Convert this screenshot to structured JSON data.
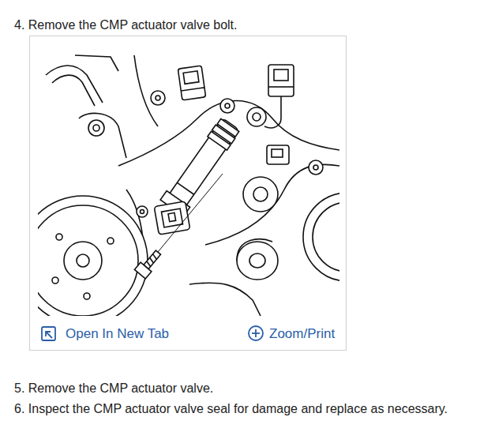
{
  "diagram": {
    "nodes": [
      {
        "text": [
          "Open In New Tab",
          "Zoom/Print"
        ]
      }
    ],
    "labels": [
      "4. Remove the CMP actuator valve bolt.",
      "5. Remove the CMP actuator valve.",
      "6. Inspect the CMP actuator valve seal for damage and replace as necessary."
    ]
  }
}
